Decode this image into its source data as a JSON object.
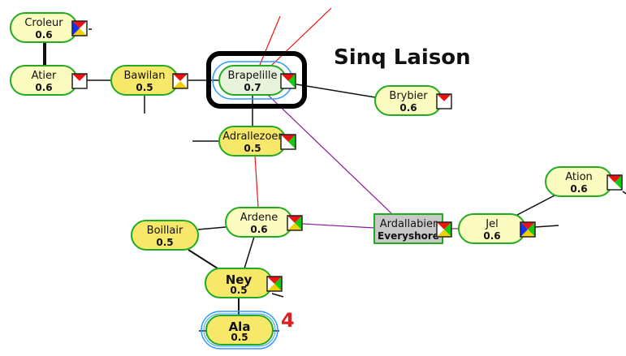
{
  "region_title": "Sinq Laison",
  "jump_count_label": "4",
  "colors": {
    "border": "#22aa22",
    "sec_0_7": "#e8f3dc",
    "sec_0_6": "#fcfcc0",
    "sec_0_5": "#f8e86a",
    "station": "#c8c8c8",
    "route_ring": "#3399ff",
    "gate_red": "#ee1111",
    "gate_purple": "#8a1a9a",
    "gate_black": "#111111"
  },
  "nodes": [
    {
      "id": "croleur",
      "name": "Croleur",
      "security": "0.6",
      "icon": [
        "red",
        "white",
        "yellow",
        "blue"
      ]
    },
    {
      "id": "atier",
      "name": "Atier",
      "security": "0.6",
      "icon": [
        "red",
        "white",
        "white",
        "white"
      ]
    },
    {
      "id": "bawilan",
      "name": "Bawilan",
      "security": "0.5",
      "icon": [
        "red",
        "white",
        "yellow",
        "white"
      ]
    },
    {
      "id": "brapelille",
      "name": "Brapelille",
      "security": "0.7",
      "icon": [
        "red",
        "green",
        "white",
        "white"
      ],
      "selected": true
    },
    {
      "id": "adrallezoer",
      "name": "Adrallezoer",
      "security": "0.5",
      "icon": [
        "red",
        "green",
        "white",
        "white"
      ]
    },
    {
      "id": "brybier",
      "name": "Brybier",
      "security": "0.6",
      "icon": [
        "red",
        "white",
        "white",
        "white"
      ]
    },
    {
      "id": "ation",
      "name": "Ation",
      "security": "0.6",
      "icon": [
        "red",
        "green",
        "white",
        "white"
      ]
    },
    {
      "id": "jel",
      "name": "Jel",
      "security": "0.6",
      "icon": [
        "red",
        "green",
        "yellow",
        "blue"
      ]
    },
    {
      "id": "ardallabier",
      "name": "Ardallabier",
      "subtitle": "Everyshore",
      "icon": [
        "red",
        "green",
        "yellow",
        "white"
      ]
    },
    {
      "id": "ardene",
      "name": "Ardene",
      "security": "0.6",
      "icon": [
        "red",
        "green",
        "yellow",
        "white"
      ]
    },
    {
      "id": "boillair",
      "name": "Boillair",
      "security": "0.5"
    },
    {
      "id": "ney",
      "name": "Ney",
      "security": "0.5",
      "icon": [
        "red",
        "green",
        "yellow",
        "white"
      ]
    },
    {
      "id": "ala",
      "name": "Ala",
      "security": "0.5",
      "route": true
    }
  ]
}
